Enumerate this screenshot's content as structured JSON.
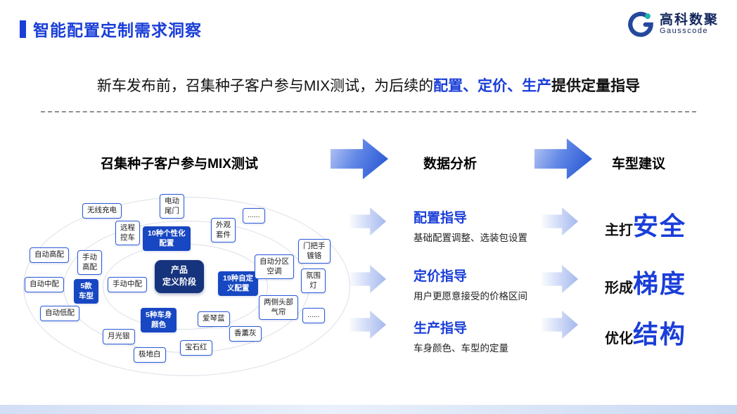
{
  "header": {
    "title": "智能配置定制需求洞察",
    "logo": {
      "name": "高科数聚",
      "sub": "Gausscode"
    }
  },
  "subtitle": {
    "pre": "新车发布前，召集种子客户参与MIX测试，为后续的",
    "highlight": "配置、定价、生产",
    "post": "提供定量指导"
  },
  "flow": {
    "left_title": "召集种子客户参与MIX测试",
    "middle_title": "数据分析",
    "right_title": "车型建议"
  },
  "diagram": {
    "center": "产品\n定义阶段",
    "nodes": [
      {
        "label": "无线充电",
        "style": "outline"
      },
      {
        "label": "电动\n尾门",
        "style": "outline"
      },
      {
        "label": "远程\n控车",
        "style": "outline"
      },
      {
        "label": "10种个性化\n配置",
        "style": "solid"
      },
      {
        "label": "外观\n套件",
        "style": "outline"
      },
      {
        "label": "......",
        "style": "outline"
      },
      {
        "label": "自动高配",
        "style": "outline"
      },
      {
        "label": "手动\n高配",
        "style": "outline"
      },
      {
        "label": "自动中配",
        "style": "outline"
      },
      {
        "label": "手动中配",
        "style": "outline"
      },
      {
        "label": "5款\n车型",
        "style": "solid"
      },
      {
        "label": "自动低配",
        "style": "outline"
      },
      {
        "label": "19种自定\n义配置",
        "style": "solid"
      },
      {
        "label": "自动分区\n空调",
        "style": "outline"
      },
      {
        "label": "门把手\n镀铬",
        "style": "outline"
      },
      {
        "label": "氛围\n灯",
        "style": "outline"
      },
      {
        "label": "两侧头部\n气帘",
        "style": "outline"
      },
      {
        "label": "......",
        "style": "outline"
      },
      {
        "label": "5种车身\n颜色",
        "style": "solid"
      },
      {
        "label": "爱琴蓝",
        "style": "outline"
      },
      {
        "label": "月光银",
        "style": "outline"
      },
      {
        "label": "香薰灰",
        "style": "outline"
      },
      {
        "label": "极地白",
        "style": "outline"
      },
      {
        "label": "宝石红",
        "style": "outline"
      }
    ]
  },
  "analysis": [
    {
      "title": "配置指导",
      "desc": "基础配置调整、选装包设置"
    },
    {
      "title": "定价指导",
      "desc": "用户更愿意接受的价格区间"
    },
    {
      "title": "生产指导",
      "desc": "车身颜色、车型的定量"
    }
  ],
  "suggestions": [
    {
      "prefix": "主打",
      "keyword": "安全"
    },
    {
      "prefix": "形成",
      "keyword": "梯度"
    },
    {
      "prefix": "优化",
      "keyword": "结构"
    }
  ],
  "colors": {
    "accent": "#1a3ed8",
    "node_solid": "#1747c2",
    "center_bg": "#16337d"
  }
}
